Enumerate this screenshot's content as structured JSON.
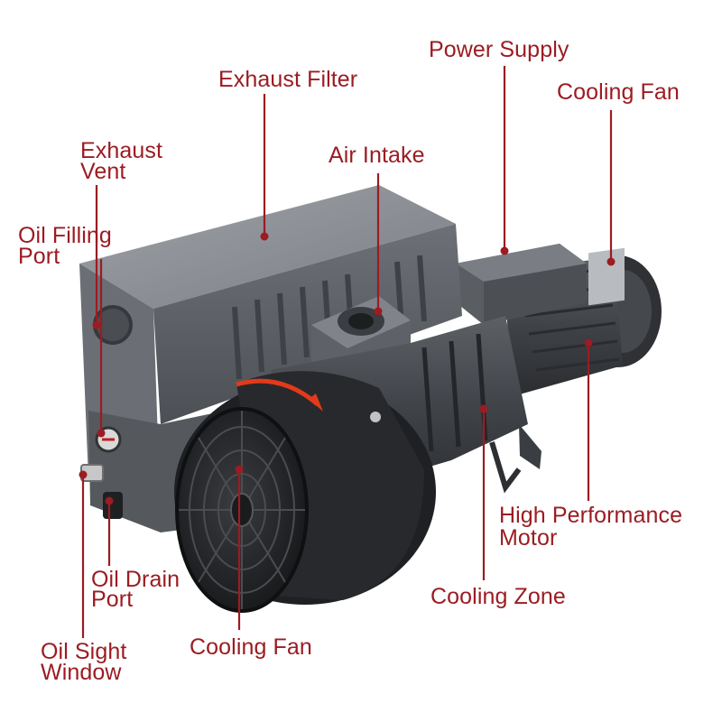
{
  "labels": {
    "exhaust_filter": "Exhaust Filter",
    "power_supply": "Power Supply",
    "cooling_fan_right": "Cooling Fan",
    "exhaust_vent_1": "Exhaust",
    "exhaust_vent_2": "Vent",
    "air_intake": "Air Intake",
    "oil_filling_1": "Oil Filling",
    "oil_filling_2": "Port",
    "high_perf_1": "High Performance",
    "high_perf_2": "Motor",
    "oil_drain_1": "Oil Drain",
    "oil_drain_2": "Port",
    "cooling_zone": "Cooling Zone",
    "oil_sight_1": "Oil Sight",
    "oil_sight_2": "Window",
    "cooling_fan_front": "Cooling Fan"
  },
  "colors": {
    "label": "#9b1c22",
    "leader": "#9b1c22",
    "fan_arrow": "#e23a1a",
    "body_dark": "#2c2e31",
    "body_grey": "#62666c",
    "body_light": "#8a8e94"
  }
}
